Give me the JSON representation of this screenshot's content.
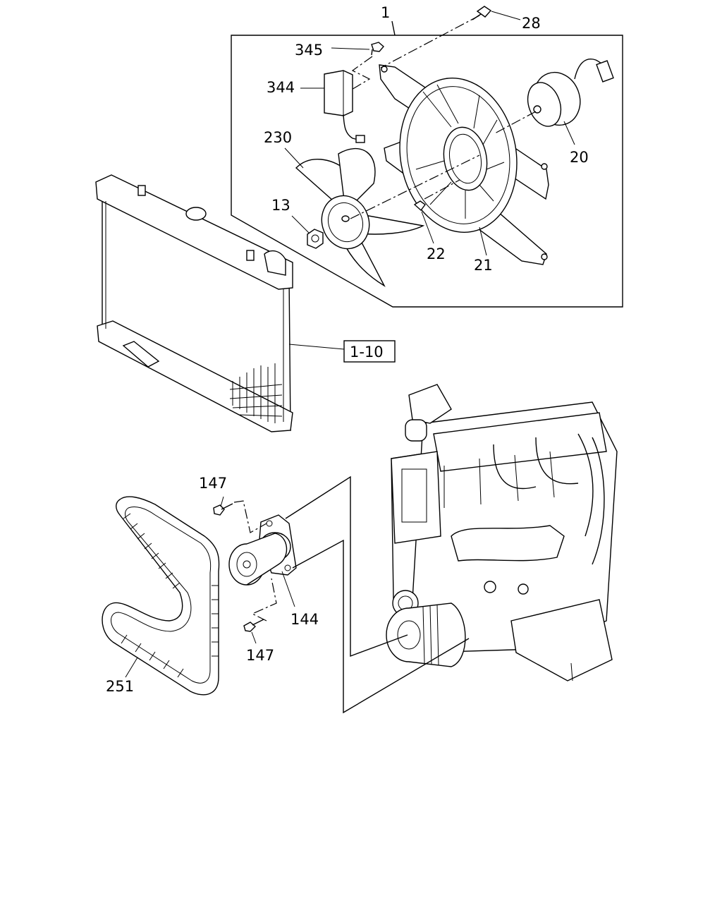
{
  "callouts": {
    "c1": "1",
    "c28": "28",
    "c345": "345",
    "c344": "344",
    "c230": "230",
    "c20": "20",
    "c13": "13",
    "c22": "22",
    "c21": "21",
    "c1_10": "1-10",
    "c147a": "147",
    "c147b": "147",
    "c144": "144",
    "c251": "251"
  }
}
